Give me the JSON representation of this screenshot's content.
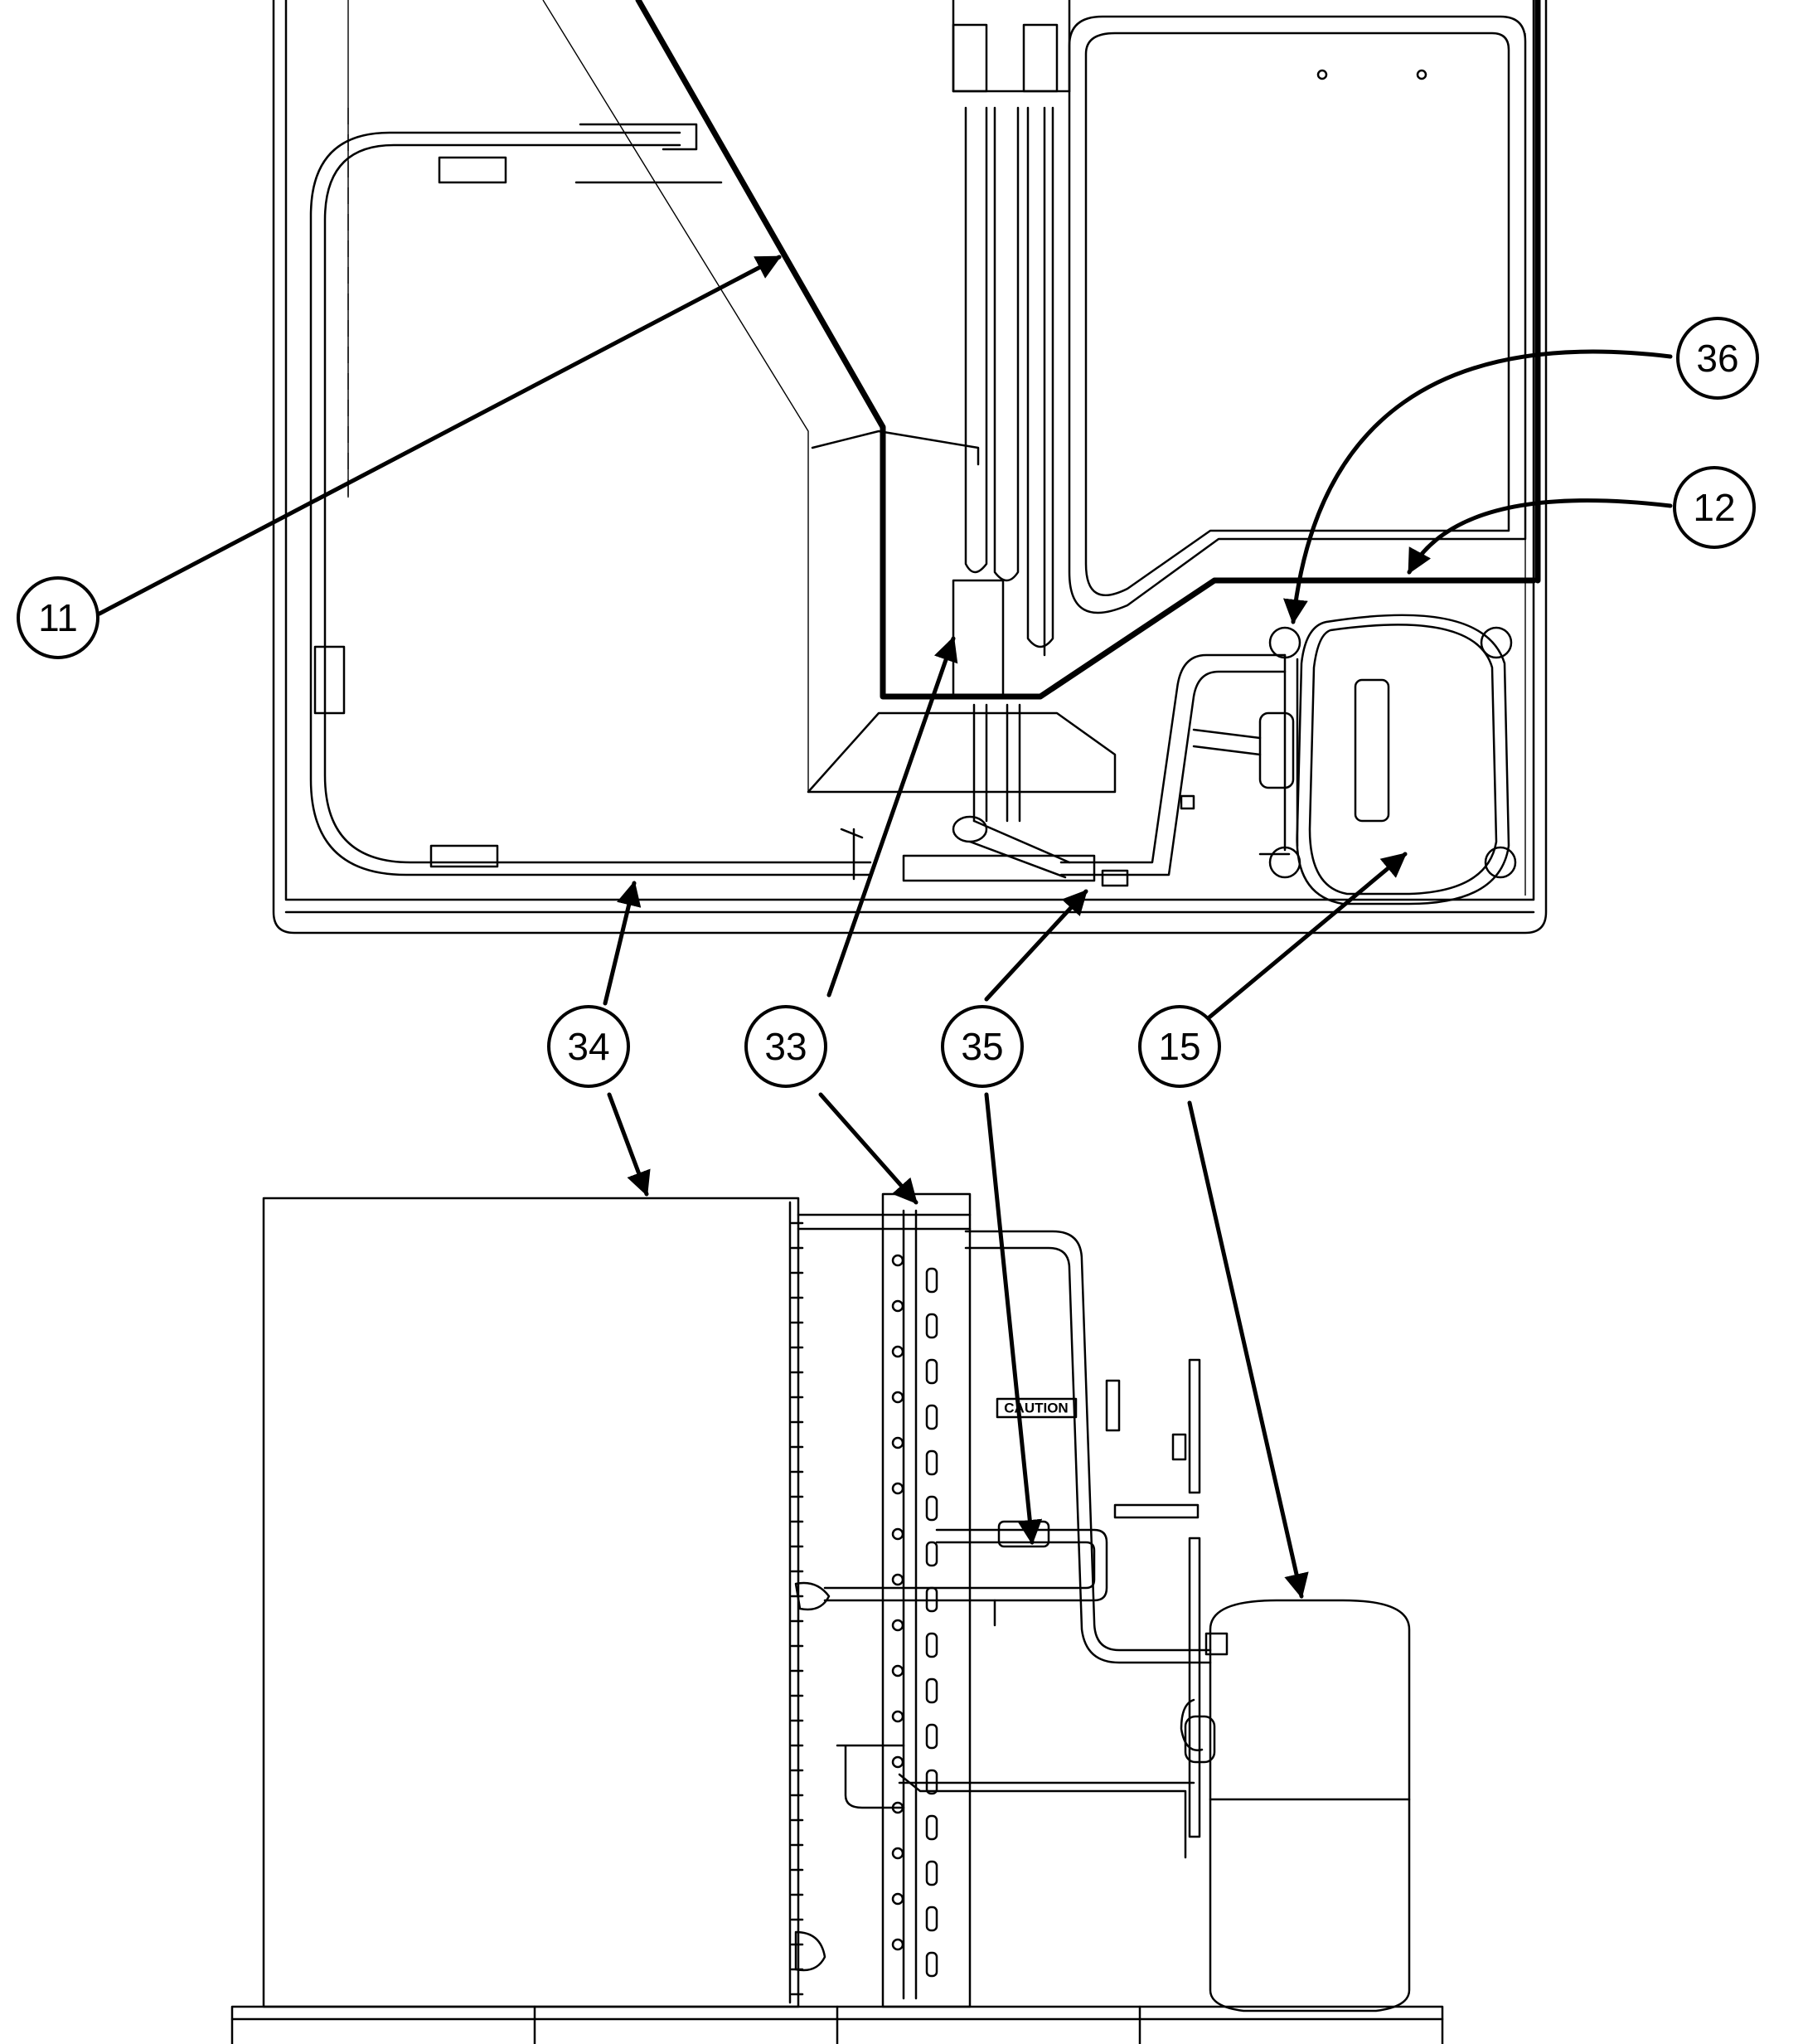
{
  "callouts": [
    {
      "id": "c11",
      "label": "11"
    },
    {
      "id": "c12",
      "label": "12"
    },
    {
      "id": "c15",
      "label": "15"
    },
    {
      "id": "c33",
      "label": "33"
    },
    {
      "id": "c34",
      "label": "34"
    },
    {
      "id": "c35",
      "label": "35"
    },
    {
      "id": "c36",
      "label": "36"
    }
  ],
  "warning_label": "CAUTION"
}
